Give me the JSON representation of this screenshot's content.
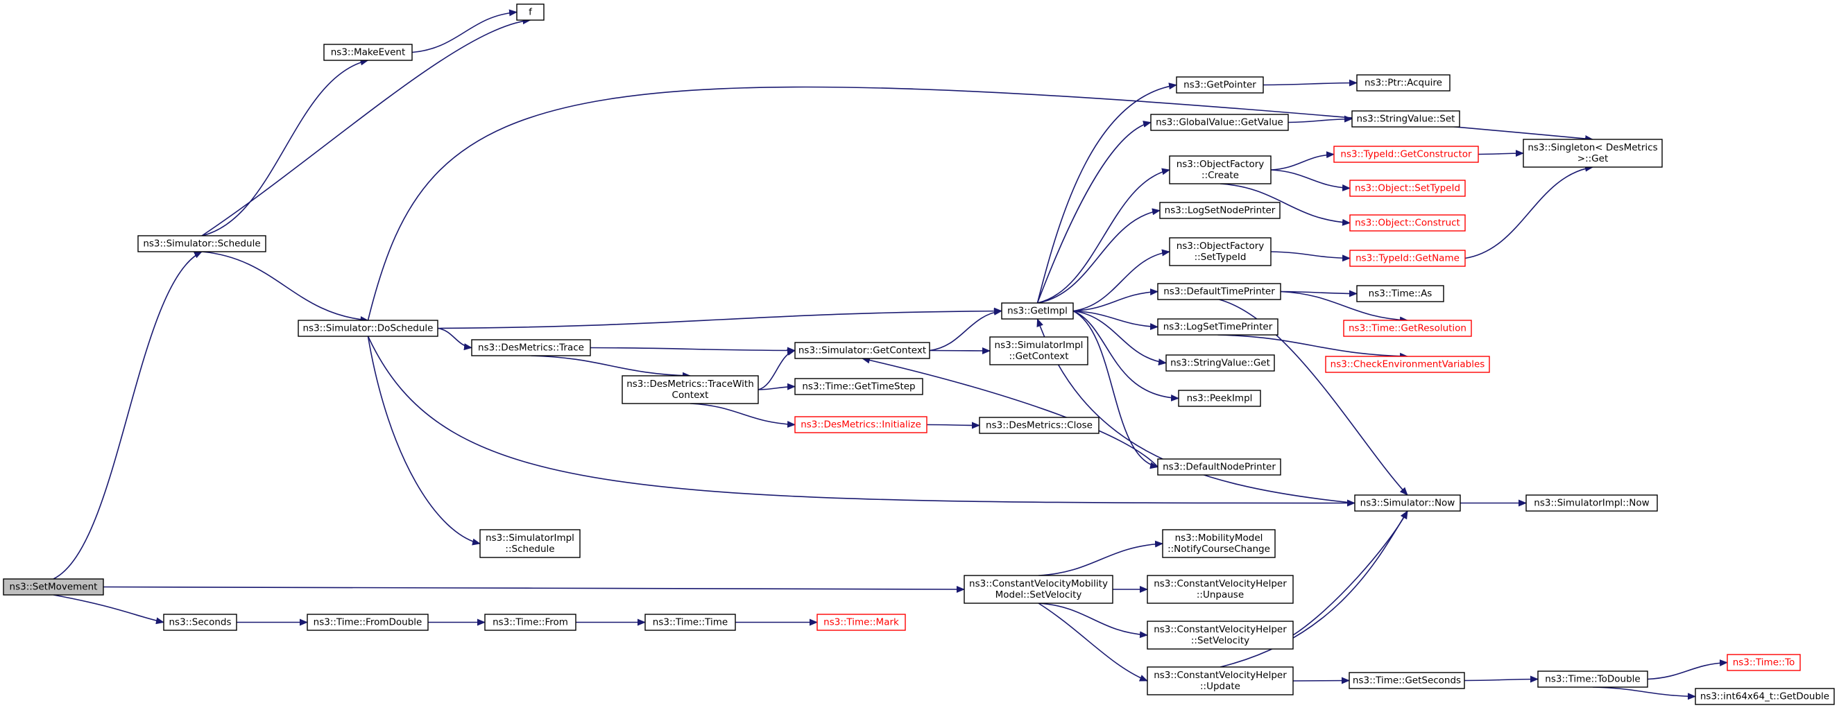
{
  "nodes": {
    "setmovement": [
      "ns3::SetMovement"
    ],
    "schedule": [
      "ns3::Simulator::Schedule"
    ],
    "makeevent": [
      "ns3::MakeEvent"
    ],
    "f": [
      "f"
    ],
    "doschedule": [
      "ns3::Simulator::DoSchedule"
    ],
    "singleton": [
      "ns3::Singleton< DesMetrics",
      ">::Get"
    ],
    "getimpl": [
      "ns3::GetImpl"
    ],
    "desmetrics_trace": [
      "ns3::DesMetrics::Trace"
    ],
    "getcontext": [
      "ns3::Simulator::GetContext"
    ],
    "simimpl_getcontext": [
      "ns3::SimulatorImpl",
      "::GetContext"
    ],
    "tracewithcontext": [
      "ns3::DesMetrics::TraceWith",
      "Context"
    ],
    "gettimestep": [
      "ns3::Time::GetTimeStep"
    ],
    "dm_initialize": [
      "ns3::DesMetrics::Initialize"
    ],
    "dm_close": [
      "ns3::DesMetrics::Close"
    ],
    "simimpl_schedule": [
      "ns3::SimulatorImpl",
      "::Schedule"
    ],
    "getpointer": [
      "ns3::GetPointer"
    ],
    "ptr_acquire": [
      "ns3::Ptr::Acquire"
    ],
    "gv_getvalue": [
      "ns3::GlobalValue::GetValue"
    ],
    "sv_set": [
      "ns3::StringValue::Set"
    ],
    "of_create": [
      "ns3::ObjectFactory",
      "::Create"
    ],
    "typeid_getconstructor": [
      "ns3::TypeId::GetConstructor"
    ],
    "object_settypeid": [
      "ns3::Object::SetTypeId"
    ],
    "object_construct": [
      "ns3::Object::Construct"
    ],
    "logsetnodeprinter": [
      "ns3::LogSetNodePrinter"
    ],
    "of_settypeid": [
      "ns3::ObjectFactory",
      "::SetTypeId"
    ],
    "typeid_getname": [
      "ns3::TypeId::GetName"
    ],
    "defaulttimeprinter": [
      "ns3::DefaultTimePrinter"
    ],
    "time_as": [
      "ns3::Time::As"
    ],
    "time_getresolution": [
      "ns3::Time::GetResolution"
    ],
    "logsettimeprinter": [
      "ns3::LogSetTimePrinter"
    ],
    "checkenv": [
      "ns3::CheckEnvironmentVariables"
    ],
    "sv_get": [
      "ns3::StringValue::Get"
    ],
    "peekimpl": [
      "ns3::PeekImpl"
    ],
    "defaultnodeprinter": [
      "ns3::DefaultNodePrinter"
    ],
    "sim_now": [
      "ns3::Simulator::Now"
    ],
    "simimpl_now": [
      "ns3::SimulatorImpl::Now"
    ],
    "mm_notify": [
      "ns3::MobilityModel",
      "::NotifyCourseChange"
    ],
    "cvm_setvelocity": [
      "ns3::ConstantVelocityMobility",
      "Model::SetVelocity"
    ],
    "cvh_unpause": [
      "ns3::ConstantVelocityHelper",
      "::Unpause"
    ],
    "cvh_setvelocity": [
      "ns3::ConstantVelocityHelper",
      "::SetVelocity"
    ],
    "cvh_update": [
      "ns3::ConstantVelocityHelper",
      "::Update"
    ],
    "seconds": [
      "ns3::Seconds"
    ],
    "time_fromdouble": [
      "ns3::Time::FromDouble"
    ],
    "time_from": [
      "ns3::Time::From"
    ],
    "time_time": [
      "ns3::Time::Time"
    ],
    "time_mark": [
      "ns3::Time::Mark"
    ],
    "time_getseconds": [
      "ns3::Time::GetSeconds"
    ],
    "time_todouble": [
      "ns3::Time::ToDouble"
    ],
    "time_to": [
      "ns3::Time::To"
    ],
    "int64_getdouble": [
      "ns3::int64x64_t::GetDouble"
    ]
  },
  "colors": {
    "edge": "#191970",
    "border": "#000000",
    "truncated_border": "#ff0000",
    "root_fill": "#bfbfbf"
  }
}
